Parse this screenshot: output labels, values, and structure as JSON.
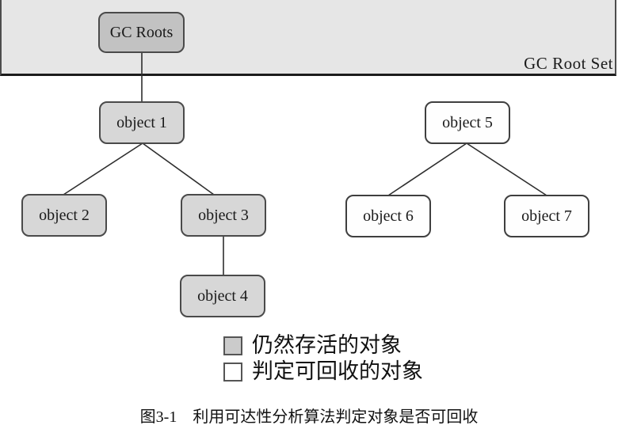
{
  "banner": {
    "gc_roots_label": "GC Roots",
    "gc_root_set_label": "GC Root Set"
  },
  "nodes": {
    "object1": {
      "label": "object 1",
      "status": "alive"
    },
    "object2": {
      "label": "object 2",
      "status": "alive"
    },
    "object3": {
      "label": "object 3",
      "status": "alive"
    },
    "object4": {
      "label": "object 4",
      "status": "alive"
    },
    "object5": {
      "label": "object 5",
      "status": "recyclable"
    },
    "object6": {
      "label": "object 6",
      "status": "recyclable"
    },
    "object7": {
      "label": "object 7",
      "status": "recyclable"
    }
  },
  "legend": {
    "alive_label": "仍然存活的对象",
    "recyclable_label": "判定可回收的对象"
  },
  "caption": {
    "figure_no": "图3-1",
    "title": "利用可达性分析算法判定对象是否可回收"
  },
  "colors": {
    "banner_bg": "#e6e6e6",
    "alive_fill": "#d7d7d7",
    "root_fill": "#c2c2c2",
    "recyclable_fill": "#ffffff",
    "line": "#2e2e2e"
  }
}
